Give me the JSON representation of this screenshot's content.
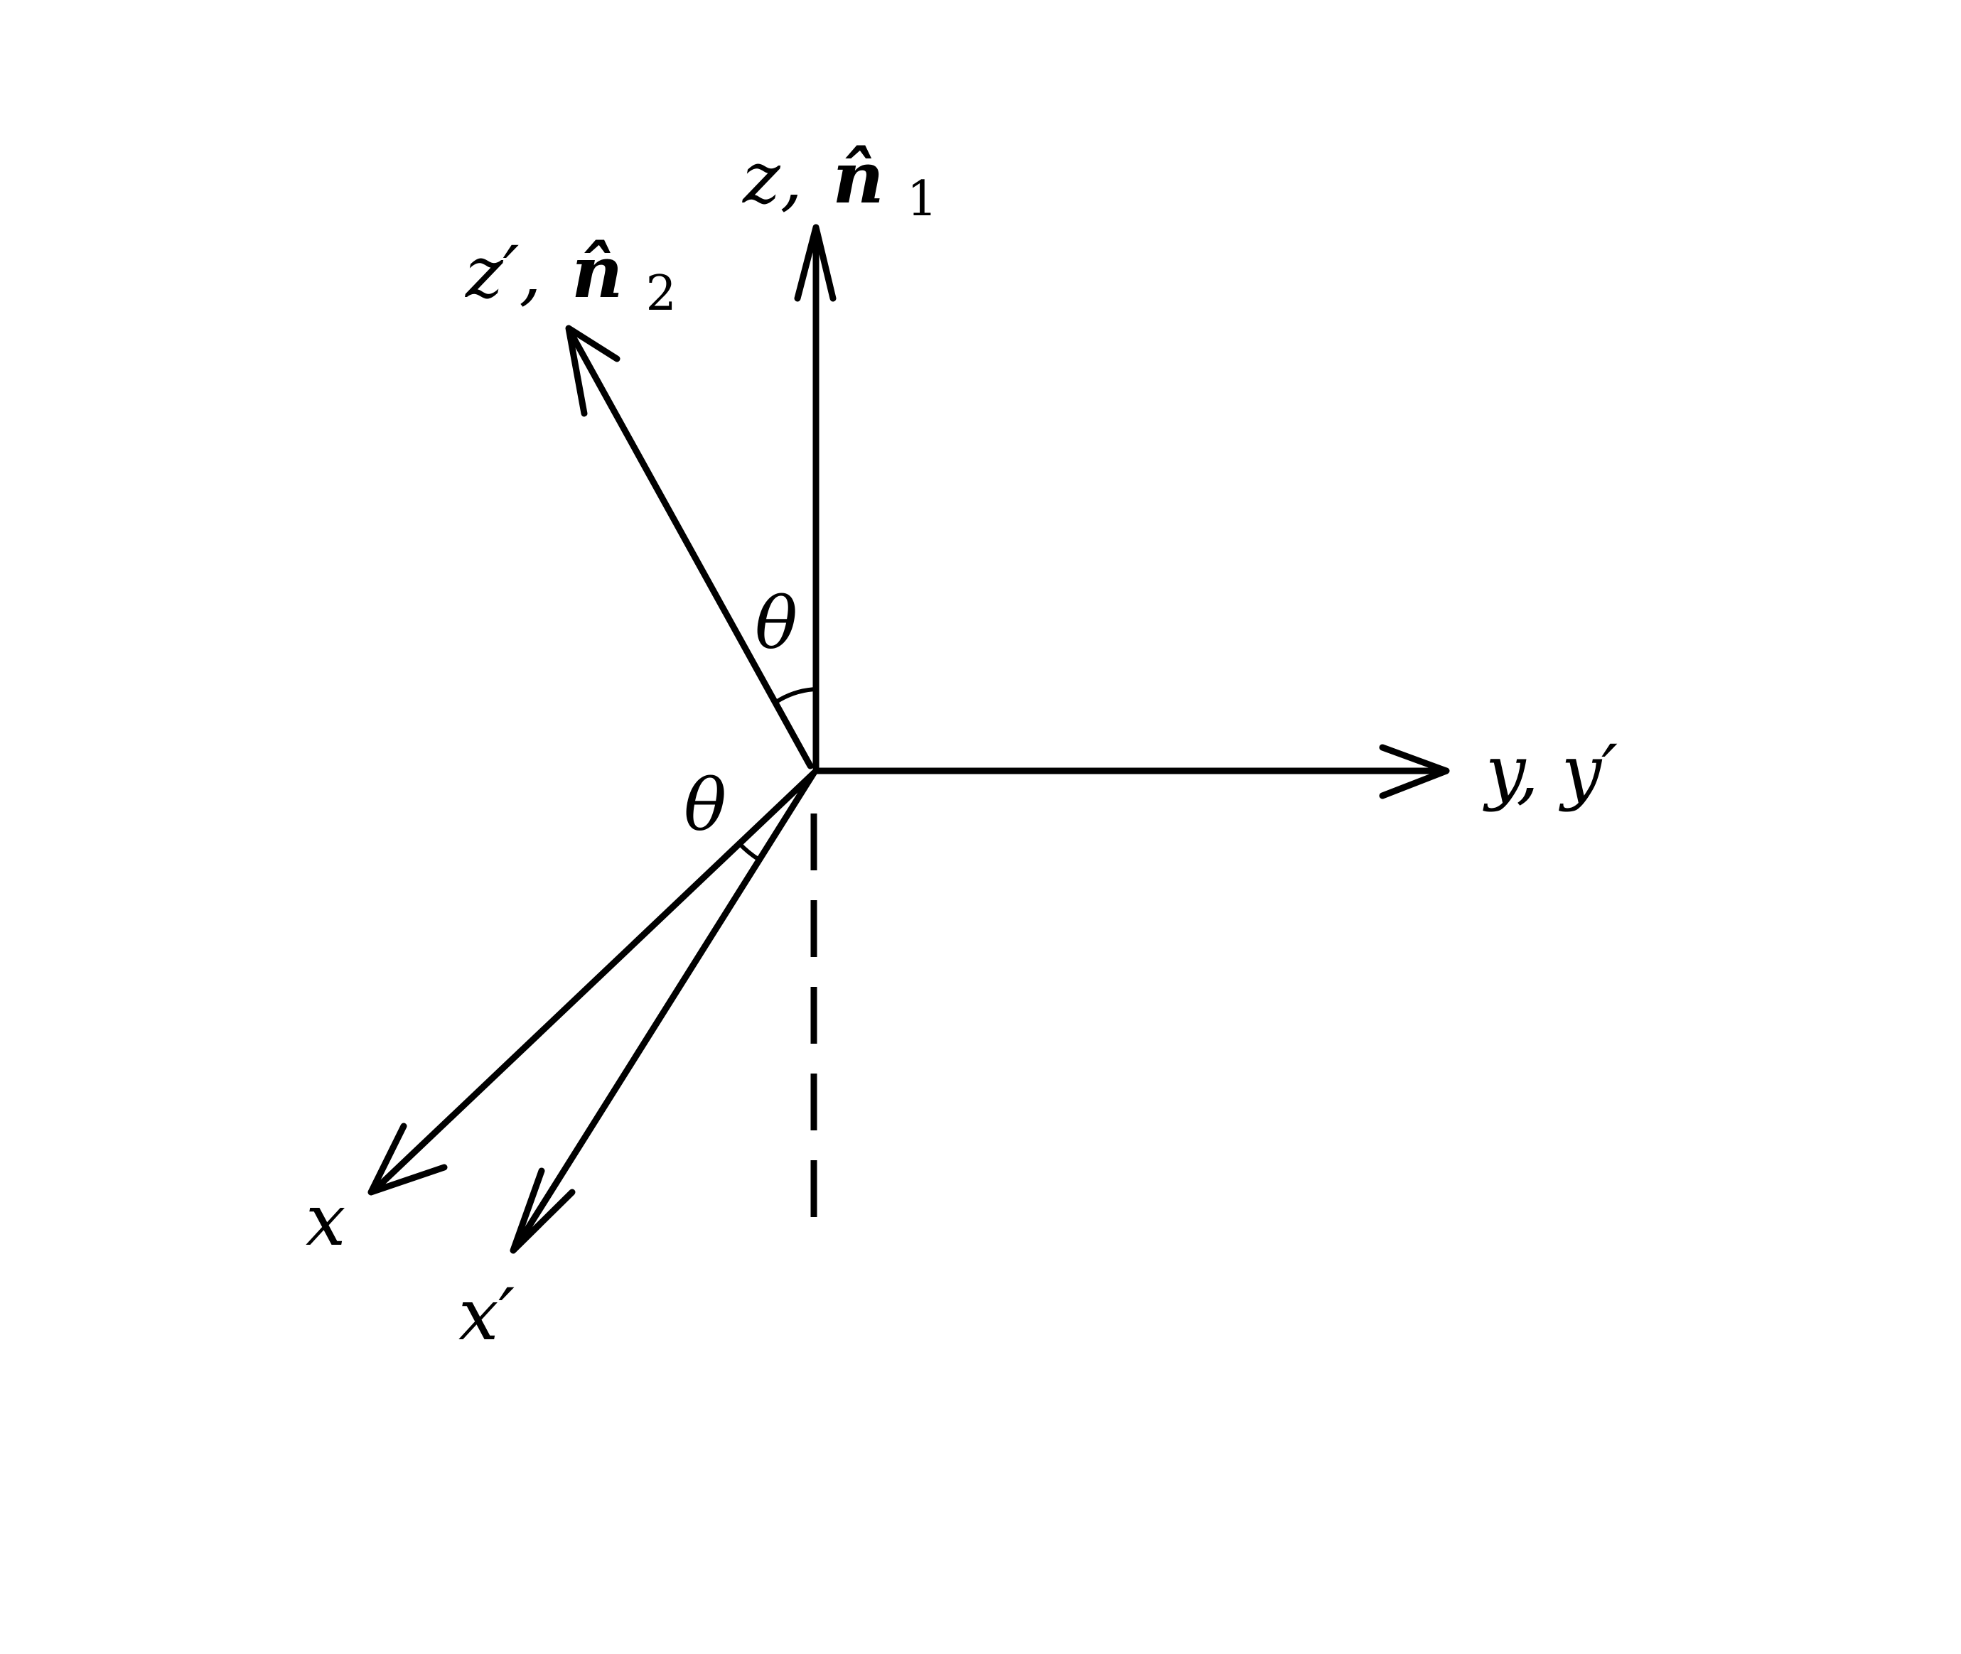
{
  "labels": {
    "z_axis": {
      "symbol": "z,",
      "vector": "n̂",
      "subscript": "1"
    },
    "z_prime_axis": {
      "symbol": "z′,",
      "vector": "n̂",
      "subscript": "2"
    },
    "y_axis": "y, y′",
    "x_axis": "x",
    "x_prime_axis": "x′",
    "angle_upper": "θ",
    "angle_lower": "θ"
  },
  "colors": {
    "ink": "#000000",
    "background": "#ffffff"
  }
}
